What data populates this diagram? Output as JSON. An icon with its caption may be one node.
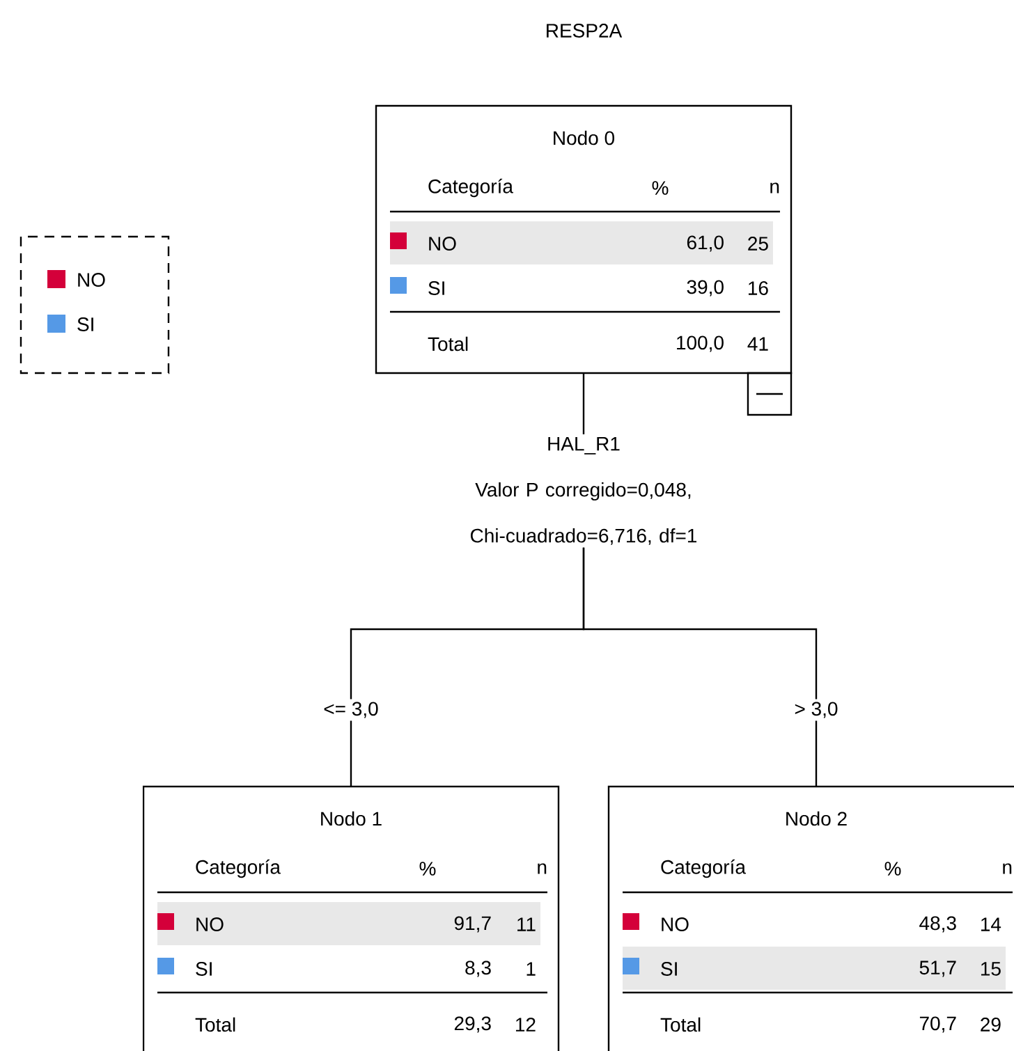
{
  "diagram": {
    "title": "RESP2A",
    "nodes": [
      {
        "text": [
          "Nodo 0",
          "Categoría",
          "%",
          "n",
          "NO",
          "61,0",
          "25",
          "SI",
          "39,0",
          "16",
          "Total",
          "100,0",
          "41"
        ]
      },
      {
        "text": [
          "HAL_R1",
          "Valor P corregido=0,048, Chi-cuadrado=6,716, df=1"
        ]
      },
      {
        "text": [
          "Nodo 1",
          "Categoría",
          "%",
          "n",
          "NO",
          "91,7",
          "11",
          "SI",
          "8,3",
          "1",
          "Total",
          "29,3",
          "12"
        ]
      },
      {
        "text": [
          "Nodo 2",
          "Categoría",
          "%",
          "n",
          "NO",
          "48,3",
          "14",
          "SI",
          "51,7",
          "15",
          "Total",
          "70,7",
          "29"
        ]
      }
    ],
    "edges": [
      {
        "from": 0,
        "to": 1,
        "arrow": "none"
      },
      {
        "from": 1,
        "to": 2,
        "arrow": "none",
        "label": "<= 3,0"
      },
      {
        "from": 1,
        "to": 3,
        "arrow": "none",
        "label": "> 3,0"
      }
    ],
    "legend": [
      {
        "text": "NO",
        "color": "#d4003a"
      },
      {
        "text": "SI",
        "color": "#5599e6"
      }
    ]
  }
}
